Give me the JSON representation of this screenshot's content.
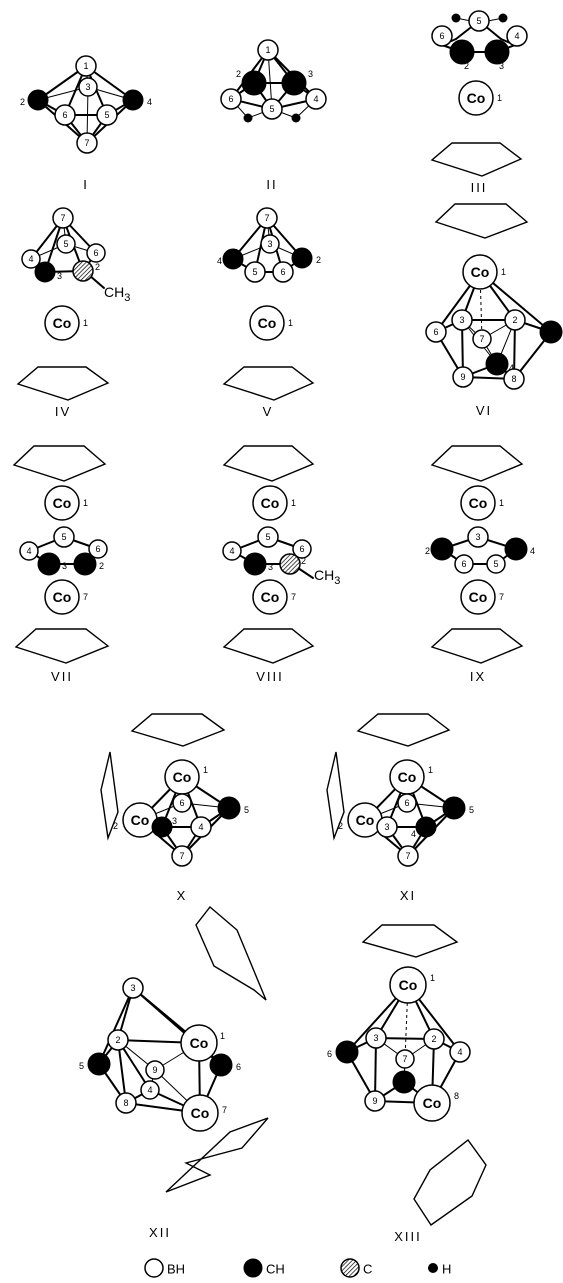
{
  "figure_labels": {
    "s1": "I",
    "s2": "II",
    "s3": "III",
    "s4": "IV",
    "s5": "V",
    "s6": "VI",
    "s7": "VII",
    "s8": "VIII",
    "s9": "IX",
    "s10": "X",
    "s11": "XI",
    "s12": "XII",
    "s13": "XIII"
  },
  "atom_text": {
    "co": "Co",
    "ch3": "CH3",
    "n1": "1",
    "n2": "2",
    "n3": "3",
    "n4": "4",
    "n5": "5",
    "n6": "6",
    "n7": "7",
    "n8": "8",
    "n9": "9"
  },
  "legend": {
    "bh": "BH",
    "ch": "CH",
    "c": "C",
    "h": "H"
  },
  "colors": {
    "ch_fill": "#000000",
    "bh_fill": "#ffffff",
    "line": "#000000"
  }
}
